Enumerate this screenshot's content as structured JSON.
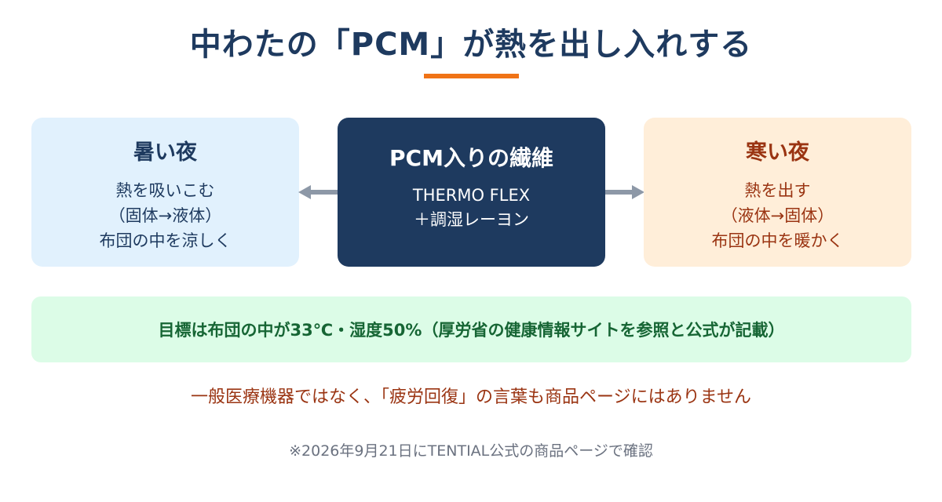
{
  "title": "中わたの「PCM」が熱を出し入れする",
  "colors": {
    "title": "#1e3a5f",
    "accent_underline": "#f07316",
    "hot_box_bg": "#e1f1fd",
    "core_box_bg": "#1e3a5f",
    "cold_box_bg": "#ffeed9",
    "cold_text": "#9a3412",
    "goal_bg": "#dcfce7",
    "goal_text": "#166534",
    "arrow": "#8d98a7"
  },
  "boxes": {
    "hot_night": {
      "heading": "暑い夜",
      "lines": [
        "熱を吸いこむ",
        "（固体→液体）",
        "布団の中を涼しく"
      ]
    },
    "core": {
      "heading": "PCM入りの繊維",
      "lines": [
        "THERMO FLEX",
        "＋調湿レーヨン"
      ]
    },
    "cold_night": {
      "heading": "寒い夜",
      "lines": [
        "熱を出す",
        "（液体→固体）",
        "布団の中を暖かく"
      ]
    }
  },
  "goal": "目標は布団の中が33℃・湿度50%（厚労省の健康情報サイトを参照と公式が記載）",
  "note": "一般医療機器ではなく、「疲労回復」の言葉も商品ページにはありません",
  "footnote": "※2026年9月21日にTENTIAL公式の商品ページで確認"
}
